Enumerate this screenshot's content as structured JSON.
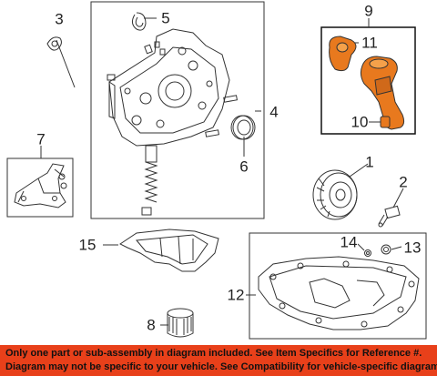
{
  "callouts": {
    "c1": "1",
    "c2": "2",
    "c3": "3",
    "c4": "4",
    "c5": "5",
    "c6": "6",
    "c7": "7",
    "c8": "8",
    "c9": "9",
    "c10": "10",
    "c11": "11",
    "c12": "12",
    "c13": "13",
    "c14": "14",
    "c15": "15"
  },
  "footer": {
    "line1": "Only one part or sub-assembly in diagram included. See Item Specifics for Reference #.",
    "line2": "Diagram may not be specific to your vehicle. See Compatibility for vehicle-specific diagrams."
  },
  "colors": {
    "highlight": "#e8791e",
    "banner": "#e8401a",
    "line": "#333333"
  }
}
